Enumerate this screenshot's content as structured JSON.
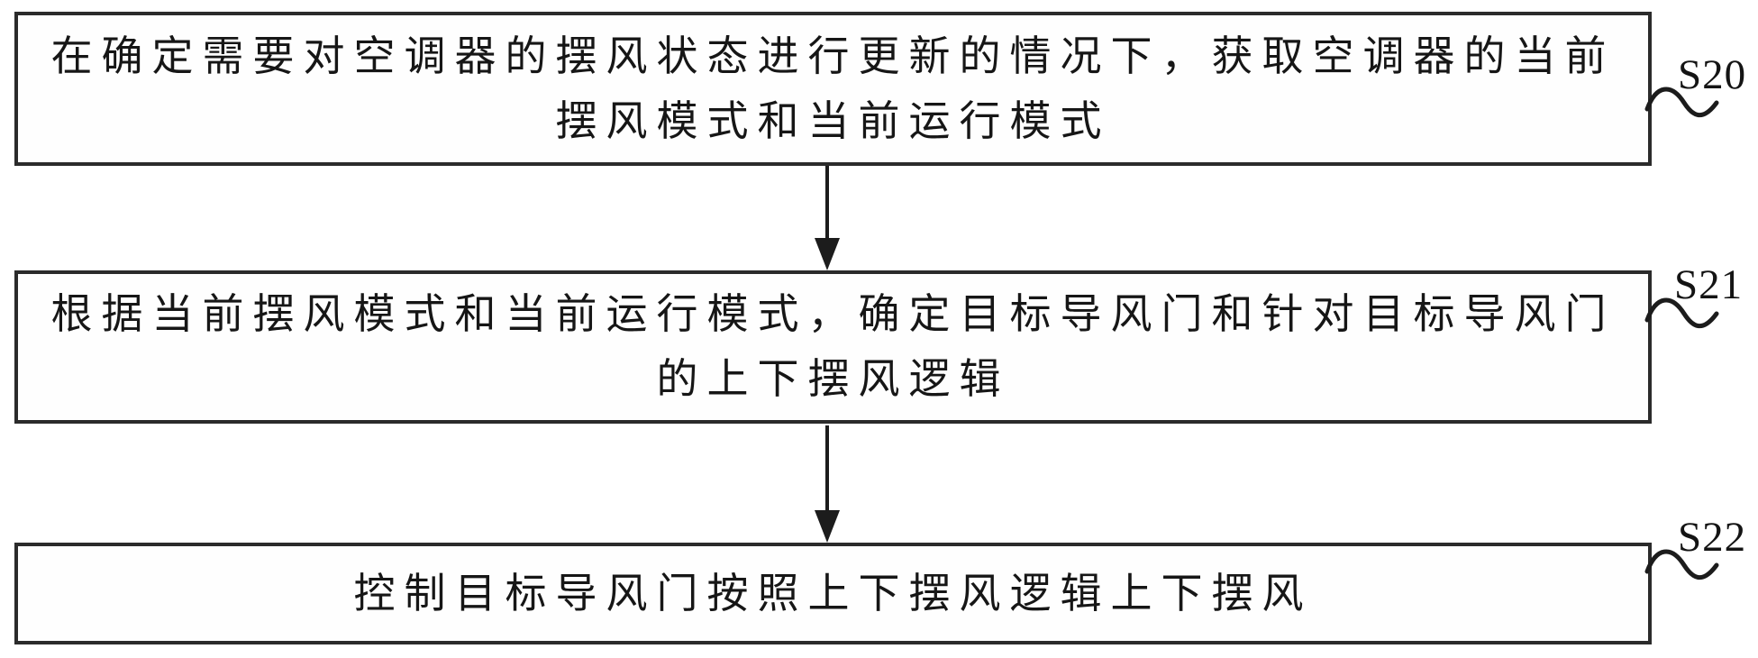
{
  "figure": {
    "background_color": "#ffffff",
    "line_color": "#1c1c1c",
    "type": "flowchart"
  },
  "steps": [
    {
      "label": "S20",
      "text": "在确定需要对空调器的摆风状态进行更新的情况下，获取空调器的当前摆风模式和当前运行模式",
      "lines": [
        "在确定需要对空调器的摆风状态进行更新的情况下，获取空调器的当前",
        "摆风模式和当前运行模式"
      ]
    },
    {
      "label": "S21",
      "text": "根据当前摆风模式和当前运行模式，确定目标导风门和针对目标导风门的上下摆风逻辑",
      "lines": [
        "根据当前摆风模式和当前运行模式，确定目标导风门和针对目标导风门",
        "的上下摆风逻辑"
      ]
    },
    {
      "label": "S22",
      "text": "控制目标导风门按照上下摆风逻辑上下摆风",
      "lines": [
        "控制目标导风门按照上下摆风逻辑上下摆风"
      ]
    }
  ]
}
